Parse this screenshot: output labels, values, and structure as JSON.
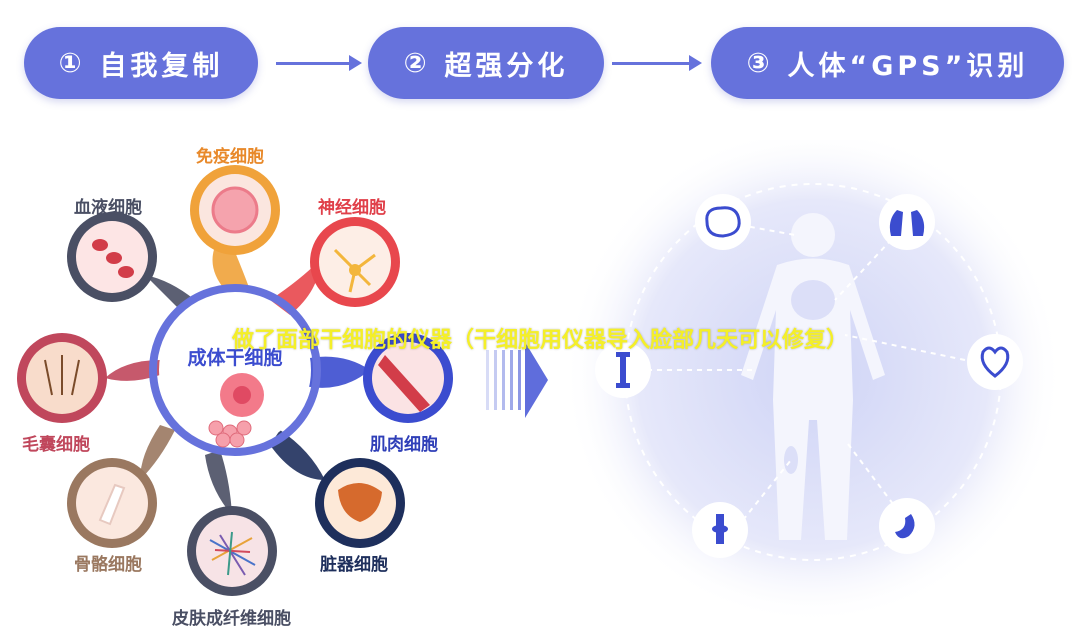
{
  "steps": [
    {
      "num": "①",
      "label": "自我复制"
    },
    {
      "num": "②",
      "label": "超强分化"
    },
    {
      "num": "③",
      "label": "人体“GPS”识别"
    }
  ],
  "center": {
    "label": "成体干细胞"
  },
  "cells": [
    {
      "label": "免疫细胞",
      "color": "#f0a23a"
    },
    {
      "label": "神经细胞",
      "color": "#e8474d"
    },
    {
      "label": "肌肉细胞",
      "color": "#3b4ccf"
    },
    {
      "label": "脏器细胞",
      "color": "#1e2f5c"
    },
    {
      "label": "皮肤成纤维细胞",
      "color": "#4a4f64"
    },
    {
      "label": "骨骼细胞",
      "color": "#9a7860"
    },
    {
      "label": "毛囊细胞",
      "color": "#c0475c"
    },
    {
      "label": "血液细胞",
      "color": "#4a4f64"
    }
  ],
  "caption": "做了面部干细胞的仪器（干细胞用仪器导入脸部几天可以修复）",
  "organs": [
    "brain-icon",
    "lungs-icon",
    "heart-icon",
    "stomach-icon",
    "knee-joint-icon",
    "bone-icon"
  ],
  "colors": {
    "accent": "#6672dc",
    "background": "#ffffff"
  }
}
